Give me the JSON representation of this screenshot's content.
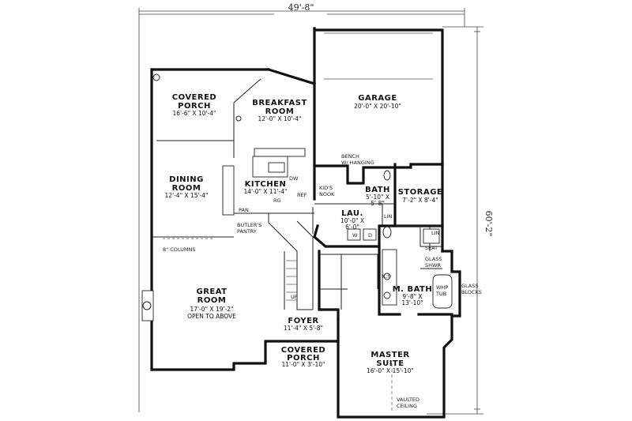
{
  "dimensions": {
    "width": "49'-8\"",
    "depth": "60'-2\""
  },
  "rooms": {
    "covered_porch_rear": {
      "name": "COVERED\nPORCH",
      "size": "16'-6\" X 10'-4\""
    },
    "breakfast_room": {
      "name": "BREAKFAST\nROOM",
      "size": "12'-0\" X 10'-4\""
    },
    "garage": {
      "name": "GARAGE",
      "size": "20'-0\" X 20'-10\""
    },
    "dining_room": {
      "name": "DINING\nROOM",
      "size": "12'-4\" X 15'-4\""
    },
    "kitchen": {
      "name": "KITCHEN",
      "size": "14'-0\" X 11'-4\""
    },
    "bath": {
      "name": "BATH",
      "size": "5'-10\" X\n5'-8\""
    },
    "storage": {
      "name": "STORAGE",
      "size": "7'-2\" X 8'-4\""
    },
    "laundry": {
      "name": "LAU.",
      "size": "10'-0\" X\n6'-0\""
    },
    "great_room": {
      "name": "GREAT\nROOM",
      "size": "17'-0\" X 19'-2\"\nOPEN TO ABOVE"
    },
    "master_bath": {
      "name": "M. BATH",
      "size": "9'-8\" X\n13'-10\""
    },
    "foyer": {
      "name": "FOYER",
      "size": "11'-4\" X 5'-8\""
    },
    "covered_porch_front": {
      "name": "COVERED\nPORCH",
      "size": "11'-0\" X 3'-10\""
    },
    "master_suite": {
      "name": "MASTER\nSUITE",
      "size": "16'-0\" X 15'-10\""
    }
  },
  "annotations": {
    "bench": "BENCH\nW/ HANGING",
    "kids_nook": "KID'S\nNOOK",
    "dw": "DW",
    "ref": "REF",
    "rg": "RG",
    "pan": "PAN",
    "butlers_pantry": "BUTLER'S\nPANTRY",
    "columns": "8\" COLUMNS",
    "lin1": "LIN",
    "lin2": "LIN",
    "seat": "SEAT",
    "glass_shwr": "GLASS\nSHWR",
    "ks": "K.S",
    "whp_tub": "WHP\nTUB",
    "glass_blocks": "GLASS\nBLOCKS",
    "up": "UP",
    "w": "W",
    "d": "D",
    "vaulted_ceiling": "VAULTED\nCEILING"
  }
}
